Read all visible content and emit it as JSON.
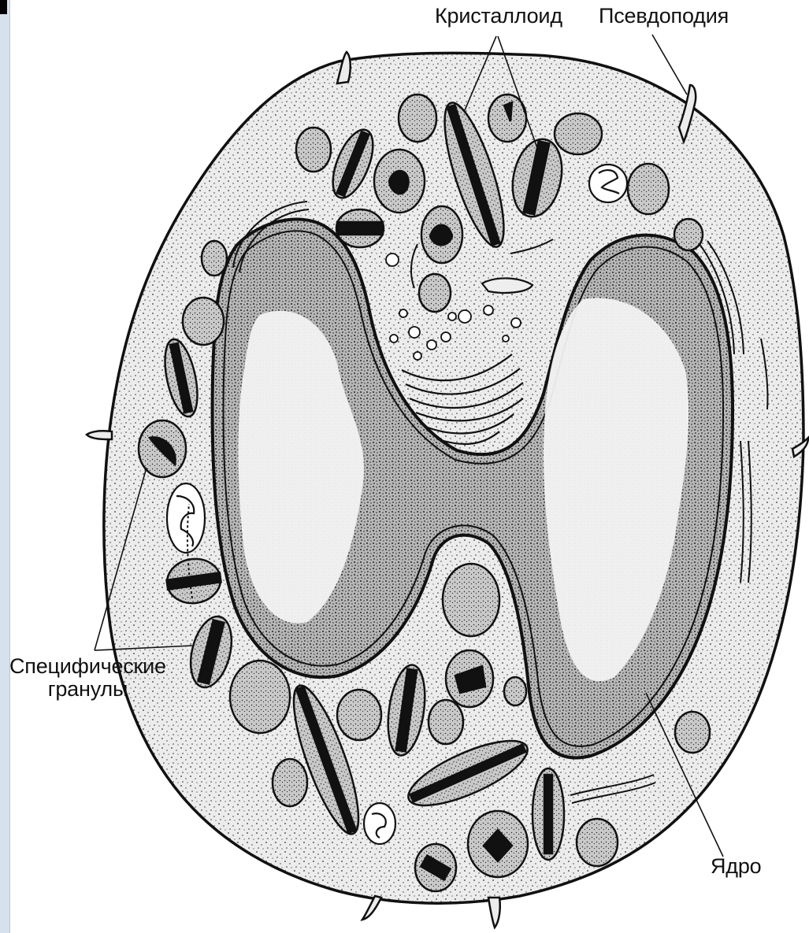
{
  "diagram": {
    "labels": {
      "kristalloid": "Кристаллоид",
      "pseudopodia": "Псевдоподия",
      "granules_line1": "Специфические",
      "granules_line2": "гранулы",
      "nucleus": "Ядро"
    }
  },
  "colors": {
    "cell_fill": "#e9e9e9",
    "ink": "#111111",
    "nucleus_fill": "#8f8f8f",
    "granule_fill": "#bdbdbd",
    "side_strip": "#d7e1ee"
  }
}
